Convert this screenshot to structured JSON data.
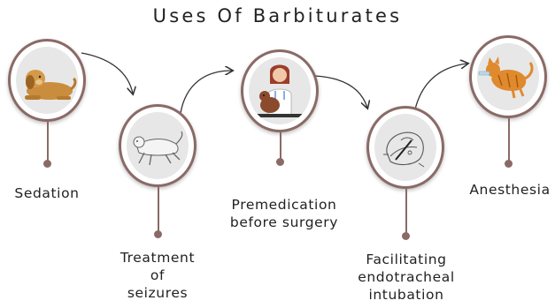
{
  "title": "Uses Of Barbiturates",
  "steps": [
    {
      "label": "Sedation",
      "icon": "sleeping-dog-icon"
    },
    {
      "label": "Treatment\nof\nseizures",
      "icon": "seizing-dog-icon"
    },
    {
      "label": "Premedication\nbefore surgery",
      "icon": "vet-with-dog-icon"
    },
    {
      "label": "Facilitating\nendotracheal\nintubation",
      "icon": "intubation-diagram-icon"
    },
    {
      "label": "Anesthesia",
      "icon": "anesthetized-cat-icon"
    }
  ],
  "colors": {
    "accent": "#8a6a66",
    "circle_fill": "#e7e7e7",
    "text": "#222222"
  }
}
